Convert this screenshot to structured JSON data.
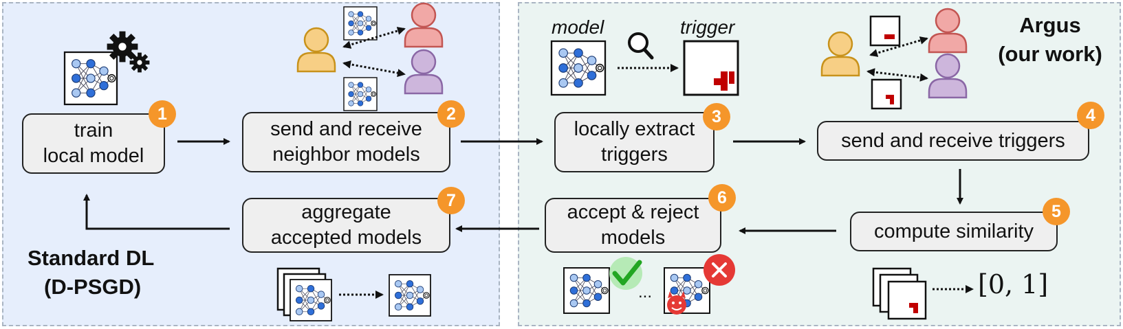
{
  "left_panel": {
    "title_line1": "Standard DL",
    "title_line2": "(D-PSGD)"
  },
  "right_panel": {
    "title_line1": "Argus",
    "title_line2": "(our work)",
    "label_model": "model",
    "label_trigger": "trigger"
  },
  "steps": [
    {
      "num": "1",
      "line1": "train",
      "line2": "local model"
    },
    {
      "num": "2",
      "line1": "send and receive",
      "line2": "neighbor models"
    },
    {
      "num": "3",
      "line1": "locally extract",
      "line2": "triggers"
    },
    {
      "num": "4",
      "line1": "send and receive triggers",
      "line2": ""
    },
    {
      "num": "5",
      "line1": "compute similarity",
      "line2": ""
    },
    {
      "num": "6",
      "line1": "accept & reject",
      "line2": "models"
    },
    {
      "num": "7",
      "line1": "aggregate",
      "line2": "accepted models"
    }
  ],
  "similarity_range": "[0, 1]",
  "ellipsis": "...",
  "colors": {
    "badge": "#f5962a",
    "user_yellow": "#f7cf85",
    "user_red": "#f1a8a6",
    "user_purple": "#cdb6dc",
    "trigger_red": "#c00000",
    "accept_green": "#35b635",
    "reject_red": "#e53935",
    "node_blue": "#2f6fd8",
    "node_light": "#a9c8f2"
  },
  "icons": [
    "gear-icon",
    "magnifier-icon",
    "user-icon",
    "model-icon",
    "trigger-icon",
    "check-icon",
    "cross-icon",
    "devil-icon"
  ]
}
